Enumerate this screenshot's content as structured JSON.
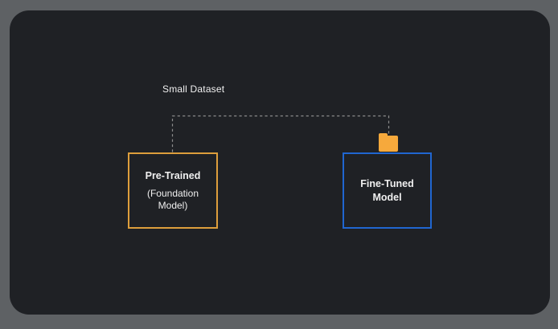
{
  "diagram": {
    "dataset_label": "Small Dataset",
    "pretrained_box": {
      "title": "Pre-Trained",
      "subtitle": "(Foundation Model)"
    },
    "finetuned_box": {
      "title": "Fine-Tuned Model"
    },
    "icons": {
      "folder": "folder-icon"
    }
  },
  "colors": {
    "outer_background": "#5E6164",
    "panel_background": "#1F2125",
    "pretrained_border": "#DD9E3C",
    "finetuned_border": "#2066D0",
    "folder_fill": "#F6A93C",
    "connector": "#8D8D8D",
    "text": "#F0F0F0"
  }
}
